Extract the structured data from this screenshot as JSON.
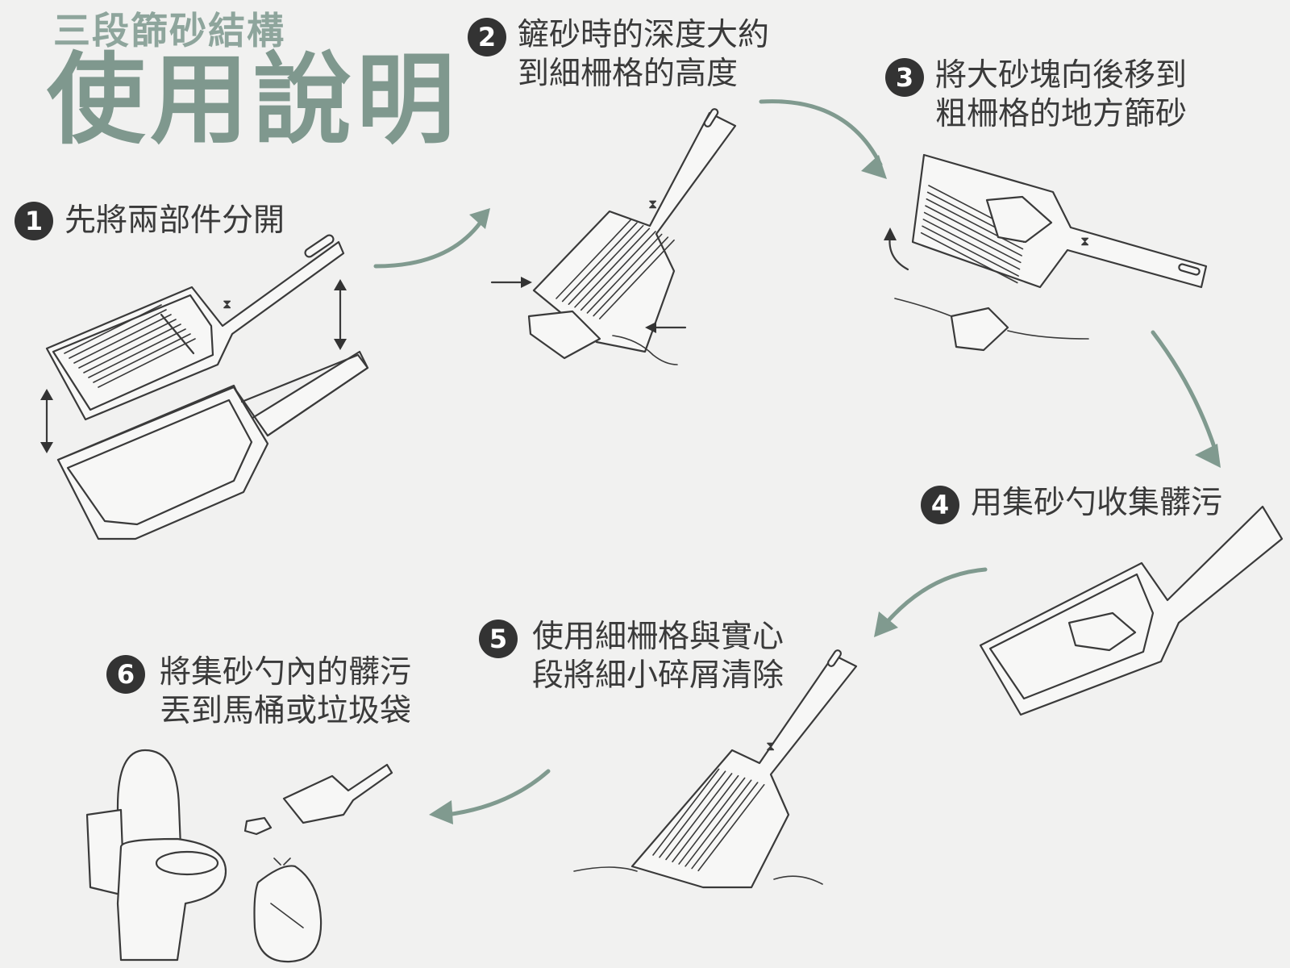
{
  "header": {
    "subtitle": "三段篩砂結構",
    "title": "使用說明"
  },
  "colors": {
    "accent": "#809a8f",
    "title": "#7f988e",
    "badge": "#333333",
    "background": "#f1f1f0"
  },
  "steps": [
    {
      "number": "1",
      "lines": [
        "先將兩部件分開"
      ]
    },
    {
      "number": "2",
      "lines": [
        "鏟砂時的深度大約",
        "到細柵格的高度"
      ]
    },
    {
      "number": "3",
      "lines": [
        "將大砂塊向後移到",
        "粗柵格的地方篩砂"
      ]
    },
    {
      "number": "4",
      "lines": [
        "用集砂勺收集髒污"
      ]
    },
    {
      "number": "5",
      "lines": [
        "使用細柵格與實心",
        "段將細小碎屑清除"
      ]
    },
    {
      "number": "6",
      "lines": [
        "將集砂勺內的髒污",
        "丟到馬桶或垃圾袋"
      ]
    }
  ],
  "icons": [
    "scoop-icon",
    "litter-clump-icon",
    "toilet-icon",
    "trash-bag-icon",
    "flow-arrow-icon"
  ]
}
